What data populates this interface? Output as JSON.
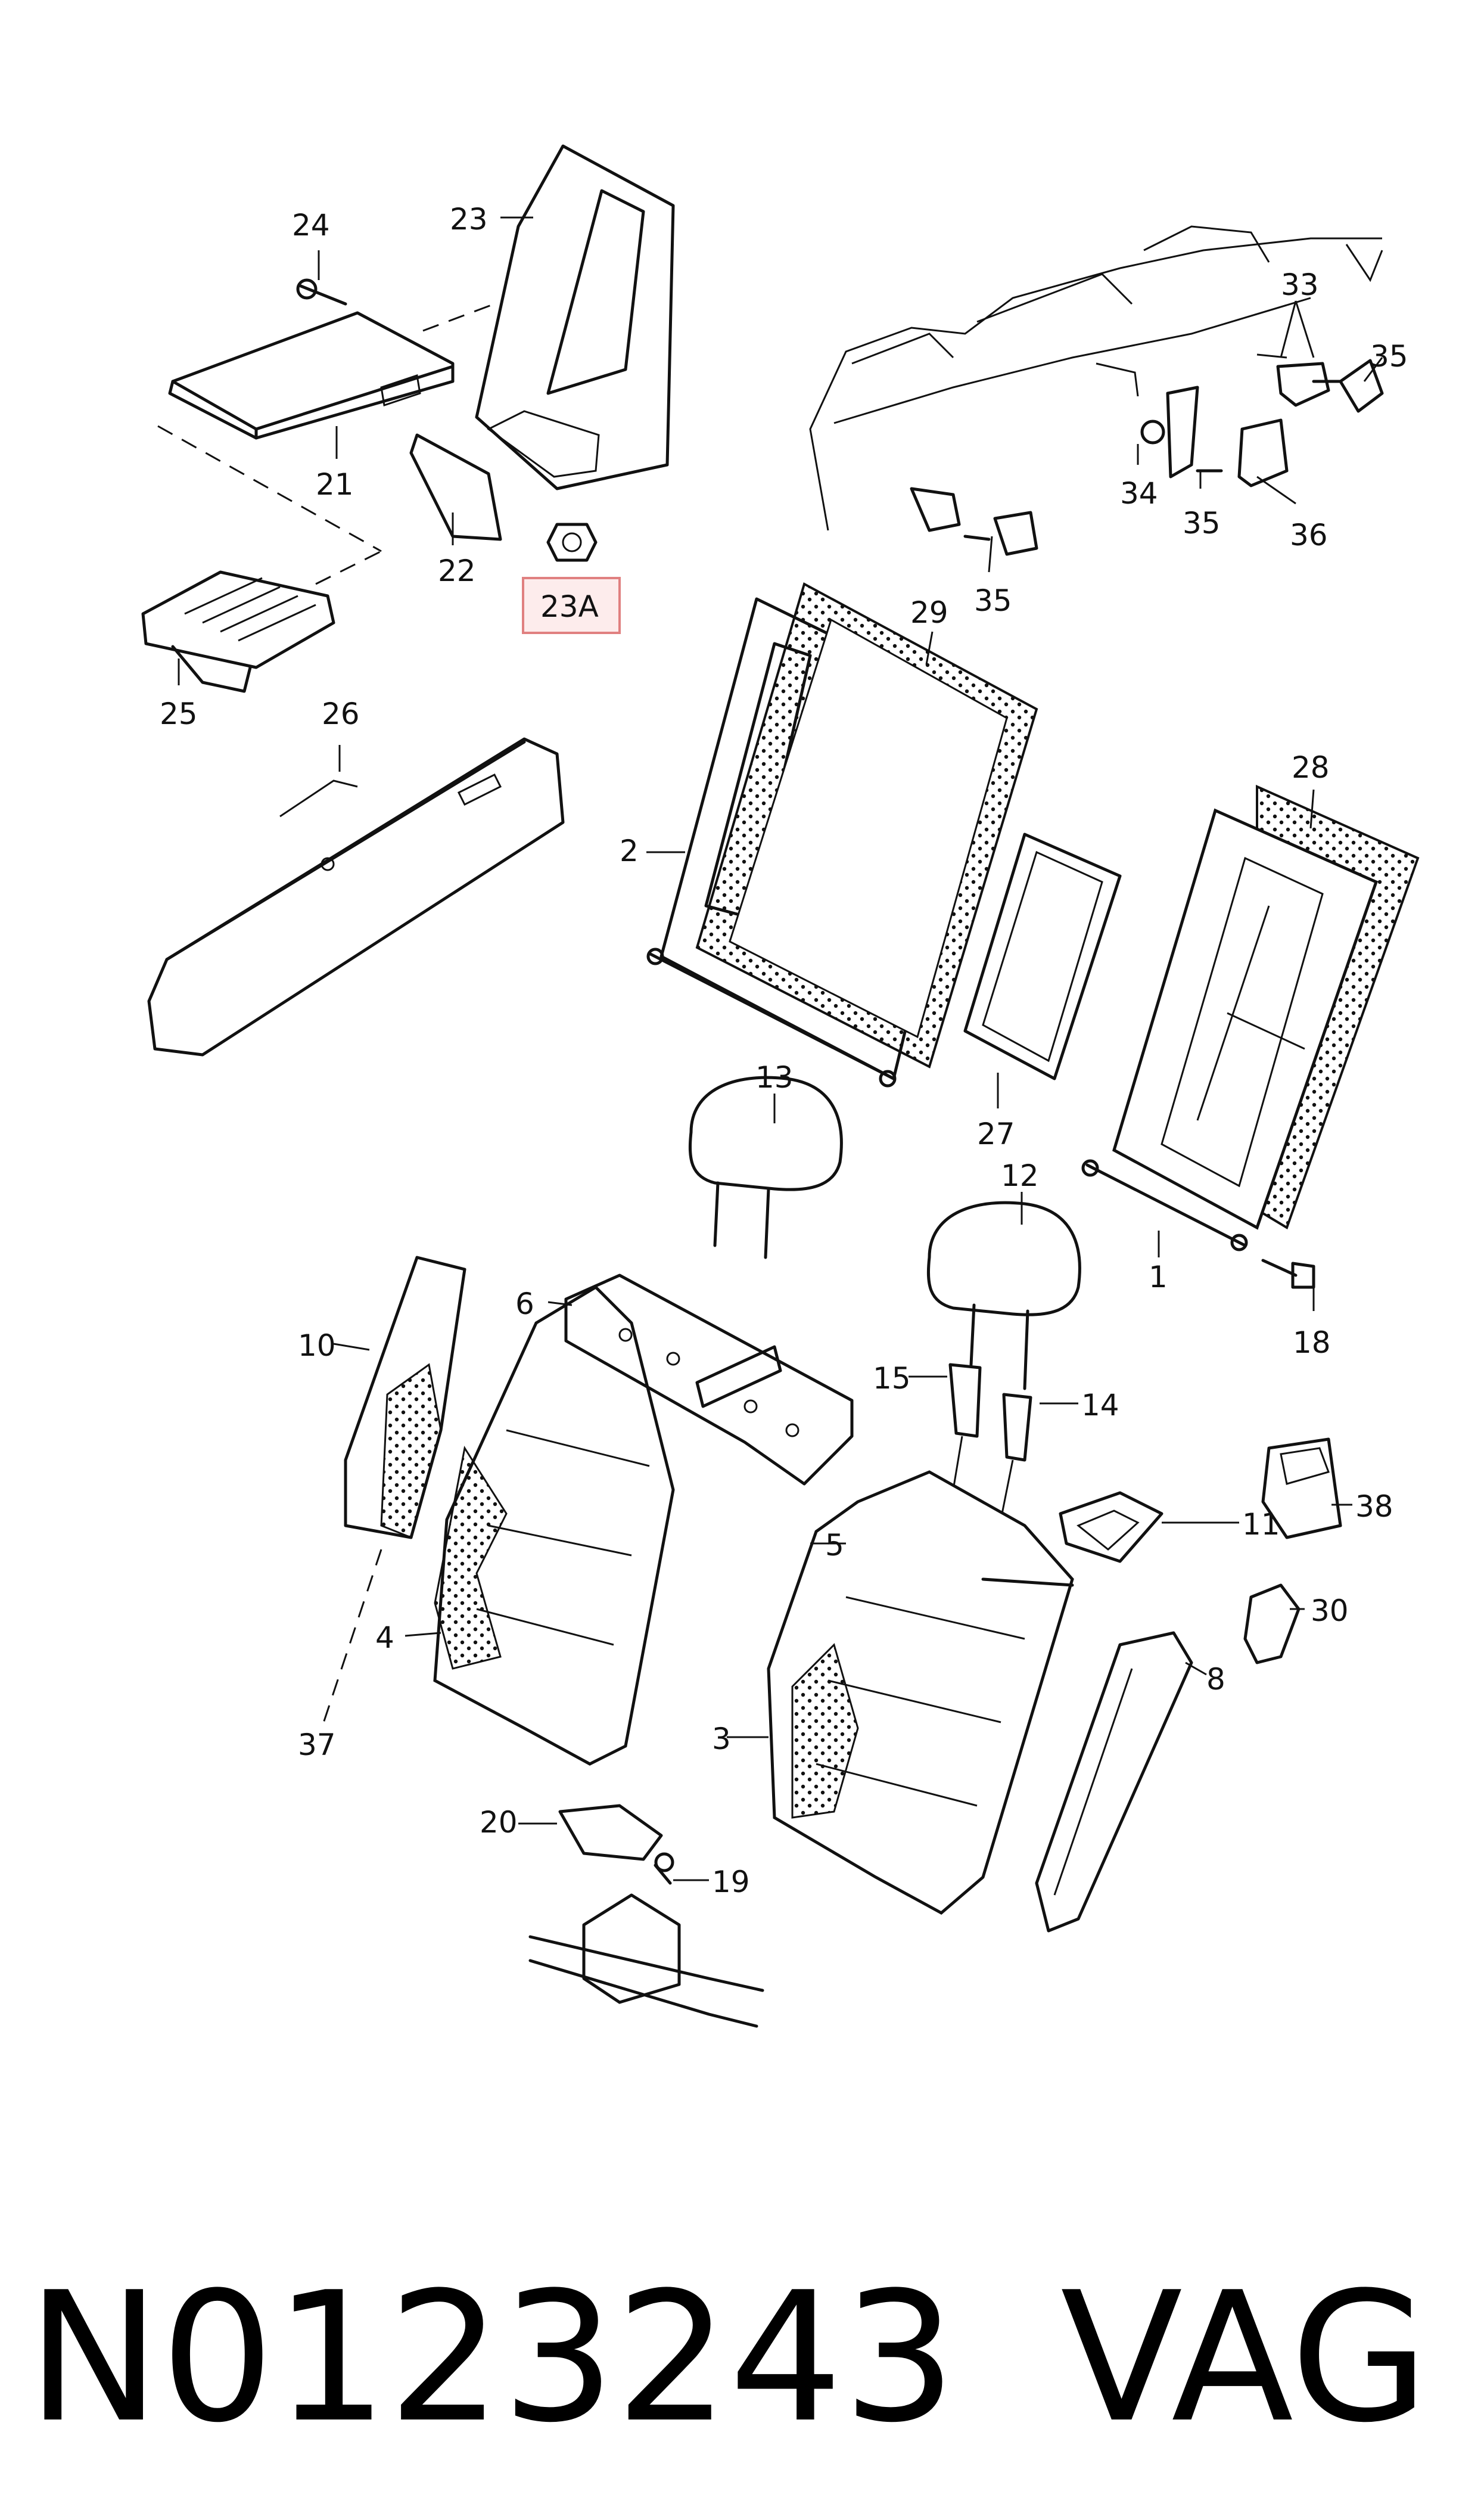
{
  "callouts": {
    "c1": "1",
    "c2": "2",
    "c3": "3",
    "c4": "4",
    "c5": "5",
    "c6": "6",
    "c8": "8",
    "c10": "10",
    "c11": "11",
    "c12": "12",
    "c13": "13",
    "c14": "14",
    "c15": "15",
    "c18": "18",
    "c19": "19",
    "c20": "20",
    "c21": "21",
    "c22": "22",
    "c23": "23",
    "c23a": "23A",
    "c24": "24",
    "c25": "25",
    "c26": "26",
    "c27": "27",
    "c28": "28",
    "c29": "29",
    "c30": "30",
    "c33": "33",
    "c34": "34",
    "c35a": "35",
    "c35b": "35",
    "c35c": "35",
    "c36": "36",
    "c37": "37",
    "c38": "38"
  },
  "footer": {
    "part_number": "N0123243",
    "brand": "VAG"
  },
  "highlight": {
    "color": "#e08080",
    "fill": "#fdecec"
  }
}
